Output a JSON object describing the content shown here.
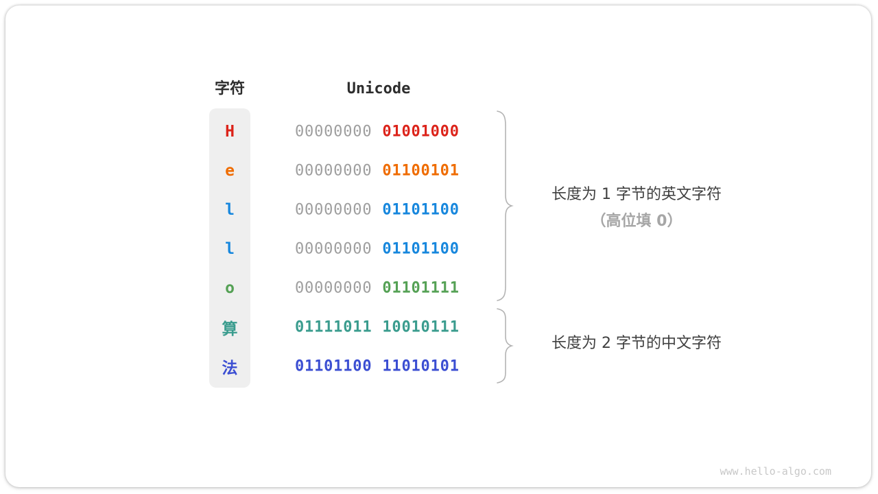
{
  "table": {
    "char_header": "字符",
    "unicode_header": "Unicode",
    "rows": [
      {
        "char": "H",
        "color": "#dc231a",
        "bytes": [
          {
            "text": "00000000",
            "color": "#9e9e9e",
            "bold": false
          },
          {
            "text": "01001000",
            "color": "#dc231a",
            "bold": true
          }
        ]
      },
      {
        "char": "e",
        "color": "#ef6c00",
        "bytes": [
          {
            "text": "00000000",
            "color": "#9e9e9e",
            "bold": false
          },
          {
            "text": "01100101",
            "color": "#ef6c00",
            "bold": true
          }
        ]
      },
      {
        "char": "l",
        "color": "#1787dd",
        "bytes": [
          {
            "text": "00000000",
            "color": "#9e9e9e",
            "bold": false
          },
          {
            "text": "01101100",
            "color": "#1787dd",
            "bold": true
          }
        ]
      },
      {
        "char": "l",
        "color": "#1787dd",
        "bytes": [
          {
            "text": "00000000",
            "color": "#9e9e9e",
            "bold": false
          },
          {
            "text": "01101100",
            "color": "#1787dd",
            "bold": true
          }
        ]
      },
      {
        "char": "o",
        "color": "#55a155",
        "bytes": [
          {
            "text": "00000000",
            "color": "#9e9e9e",
            "bold": false
          },
          {
            "text": "01101111",
            "color": "#55a155",
            "bold": true
          }
        ]
      },
      {
        "char": "算",
        "color": "#3a9c8e",
        "bytes": [
          {
            "text": "01111011",
            "color": "#3a9c8e",
            "bold": true
          },
          {
            "text": "10010111",
            "color": "#3a9c8e",
            "bold": true
          }
        ]
      },
      {
        "char": "法",
        "color": "#3b4ed2",
        "bytes": [
          {
            "text": "01101100",
            "color": "#3b4ed2",
            "bold": true
          },
          {
            "text": "11010101",
            "color": "#3b4ed2",
            "bold": true
          }
        ]
      }
    ]
  },
  "groups": [
    {
      "label_line1": "长度为 1 字节的英文字符",
      "label_line2": "（高位填 0）"
    },
    {
      "label_line1": "长度为 2 字节的中文字符",
      "label_line2": ""
    }
  ],
  "watermark": "www.hello-algo.com",
  "colors": {
    "muted_byte": "#9e9e9e",
    "header_text": "#2d2d2d",
    "annotation_text": "#3f3f3f",
    "annotation_sub_text": "#a6a6a6",
    "char_column_bg": "#efefef",
    "brace": "#b3b3b3",
    "watermark": "#c8c8c8"
  }
}
